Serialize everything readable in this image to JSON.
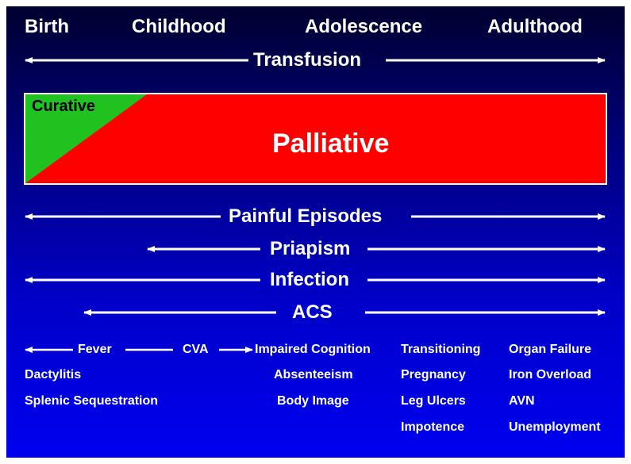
{
  "stages": [
    "Birth",
    "Childhood",
    "Adolescence",
    "Adulthood"
  ],
  "transfusion": "Transfusion",
  "care": {
    "curative": "Curative",
    "palliative": "Palliative"
  },
  "arrows": {
    "painful": "Painful Episodes",
    "priapism": "Priapism",
    "infection": "Infection",
    "acs": "ACS"
  },
  "bottom": {
    "fever": "Fever",
    "cva": "CVA",
    "dactylitis": "Dactylitis",
    "splenic": "Splenic Sequestration",
    "cognition": "Impaired Cognition",
    "absenteeism": "Absenteeism",
    "body_image": "Body Image",
    "col4": [
      "Transitioning",
      "Pregnancy",
      "Leg Ulcers",
      "Impotence"
    ],
    "col5": [
      "Organ Failure",
      "Iron Overload",
      "AVN",
      "Unemployment"
    ]
  },
  "colors": {
    "curative": "#1fc21f",
    "palliative": "#ff0000",
    "arrow": "#ffffff"
  }
}
